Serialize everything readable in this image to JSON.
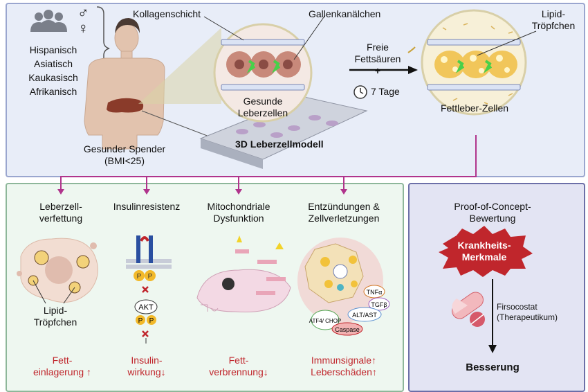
{
  "top": {
    "ethnicities": [
      "Hispanisch",
      "Asiatisch",
      "Kaukasisch",
      "Afrikanisch"
    ],
    "sex_symbols": [
      "♂",
      "♀"
    ],
    "donor_label": "Gesunder Spender",
    "donor_bmi": "(BMI<25)",
    "collagen_label": "Kollagenschicht",
    "bile_label": "Gallenkanälchen",
    "healthy_label_1": "Gesunde",
    "healthy_label_2": "Leberzellen",
    "model_label": "3D Leberzellmodell",
    "ffa_label_1": "Freie",
    "ffa_label_2": "Fettsäuren",
    "plus": "+",
    "days_label": "7 Tage",
    "lipid_label_1": "Lipid-",
    "lipid_label_2": "Tröpfchen",
    "fatty_cells_label": "Fettleber-Zellen"
  },
  "bottom": {
    "columns": [
      {
        "title_1": "Leberzell-",
        "title_2": "verfettung",
        "result_1": "Fett-",
        "result_2": "einlagerung ↑"
      },
      {
        "title_1": "Insulinresistenz",
        "title_2": "",
        "result_1": "Insulin-",
        "result_2": "wirkung↓"
      },
      {
        "title_1": "Mitochondriale",
        "title_2": "Dysfunktion",
        "result_1": "Fett-",
        "result_2": "verbrennung↓"
      },
      {
        "title_1": "Entzündungen &",
        "title_2": "Zellverletzungen",
        "result_1": "Immunsignale↑",
        "result_2": "Leberschäden↑"
      }
    ],
    "droplet_label_1": "Lipid-",
    "droplet_label_2": "Tröpfchen",
    "akt_label": "AKT",
    "p_label": "P",
    "inflammation_tags": [
      "TNFα",
      "TGFβ",
      "ALT/AST",
      "ATF4/ CHOP",
      "Caspase"
    ]
  },
  "right": {
    "title_1": "Proof-of-Concept-",
    "title_2": "Bewertung",
    "burst_1": "Krankheits-",
    "burst_2": "Merkmale",
    "drug_1": "Firsocostat",
    "drug_2": "(Therapeutikum)",
    "outcome": "Besserung"
  },
  "colors": {
    "top_bg": "#e8edf8",
    "bottom_left_bg": "#eef7f0",
    "bottom_right_bg": "#e3e4f3",
    "red_text": "#c0262c",
    "magenta_arrow": "#b0348c",
    "burst": "#c0262c"
  }
}
